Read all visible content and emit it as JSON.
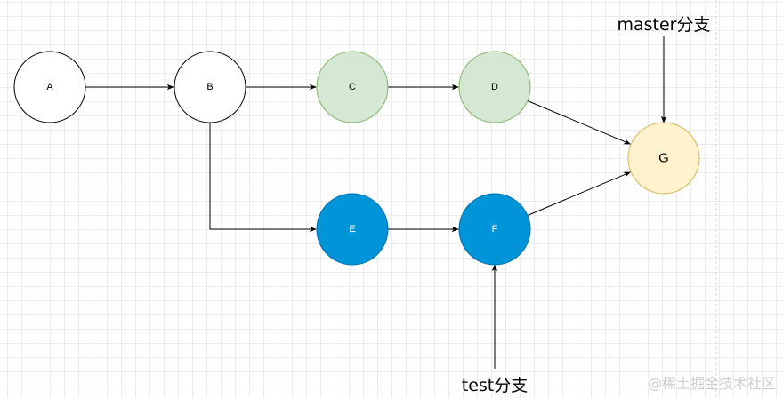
{
  "diagram": {
    "nodes": [
      {
        "id": "A",
        "label": "A",
        "fill": "#ffffff",
        "stroke": "#000000",
        "text_color": "#000000"
      },
      {
        "id": "B",
        "label": "B",
        "fill": "#ffffff",
        "stroke": "#000000",
        "text_color": "#000000"
      },
      {
        "id": "C",
        "label": "C",
        "fill": "#d5e8d4",
        "stroke": "#82b366",
        "text_color": "#000000"
      },
      {
        "id": "D",
        "label": "D",
        "fill": "#d5e8d4",
        "stroke": "#82b366",
        "text_color": "#000000"
      },
      {
        "id": "E",
        "label": "E",
        "fill": "#0094d8",
        "stroke": "#006eaf",
        "text_color": "#ffffff"
      },
      {
        "id": "F",
        "label": "F",
        "fill": "#0094d8",
        "stroke": "#006eaf",
        "text_color": "#ffffff"
      },
      {
        "id": "G",
        "label": "G",
        "fill": "#fff2cc",
        "stroke": "#d6b656",
        "text_color": "#000000"
      }
    ],
    "edges": [
      {
        "from": "A",
        "to": "B"
      },
      {
        "from": "B",
        "to": "C"
      },
      {
        "from": "C",
        "to": "D"
      },
      {
        "from": "D",
        "to": "G"
      },
      {
        "from": "B",
        "to": "E"
      },
      {
        "from": "E",
        "to": "F"
      },
      {
        "from": "F",
        "to": "G"
      }
    ],
    "branch_labels": {
      "master": "master分支",
      "test": "test分支"
    }
  },
  "watermark": "@稀土掘金技术社区"
}
